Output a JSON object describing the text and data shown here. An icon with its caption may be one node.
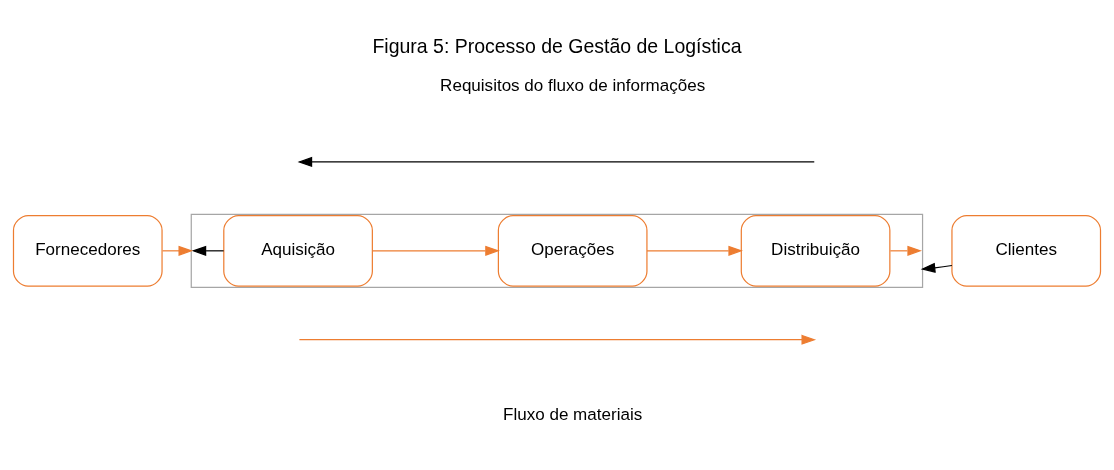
{
  "diagram": {
    "title": "Figura 5: Processo de Gestão de Logística",
    "nodes": [
      {
        "text": [],
        "shape": "box"
      },
      {
        "text": [
          "Fornecedores"
        ]
      },
      {
        "text": [
          "Aquisição"
        ],
        "in": 0
      },
      {
        "text": [
          "Operações"
        ],
        "in": 0
      },
      {
        "text": [
          "Distribuição"
        ],
        "in": 0
      },
      {
        "text": [
          "Clientes"
        ]
      }
    ],
    "edges": [
      {
        "from": 1,
        "to": 0,
        "arrow": "to"
      },
      {
        "from": 2,
        "to": 0,
        "arrow": "to",
        "color": "#000000"
      },
      {
        "from": 2,
        "to": 3,
        "arrow": "to"
      },
      {
        "from": 3,
        "to": 4,
        "arrow": "to"
      },
      {
        "from": 4,
        "to": 0,
        "arrow": "to"
      },
      {
        "from": 5,
        "to": 0,
        "arrow": "to",
        "color": "#000000"
      }
    ],
    "labels": [
      "Fluxo de materiais",
      "Requisitos do fluxo de informações"
    ]
  }
}
